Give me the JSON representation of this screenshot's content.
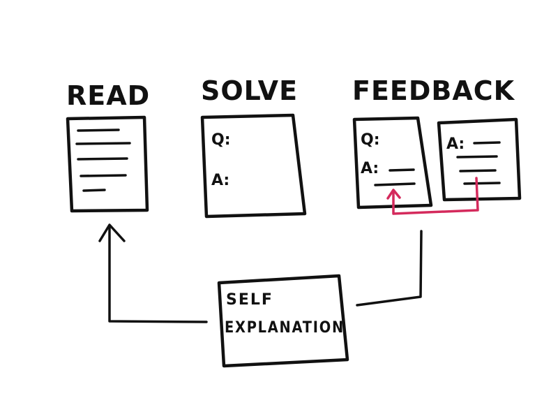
{
  "stages": {
    "read": {
      "title": "READ"
    },
    "solve": {
      "title": "SOLVE",
      "q_label": "Q:",
      "a_label": "A:"
    },
    "feedback": {
      "title": "FEEDBACK",
      "student_card": {
        "q_label": "Q:",
        "a_label": "A:"
      },
      "answer_card": {
        "a_label": "A:"
      }
    }
  },
  "self_explanation": {
    "line1": "SELF",
    "line2": "EXPLANATION"
  },
  "colors": {
    "ink": "#111111",
    "highlight": "#d42a5c"
  }
}
